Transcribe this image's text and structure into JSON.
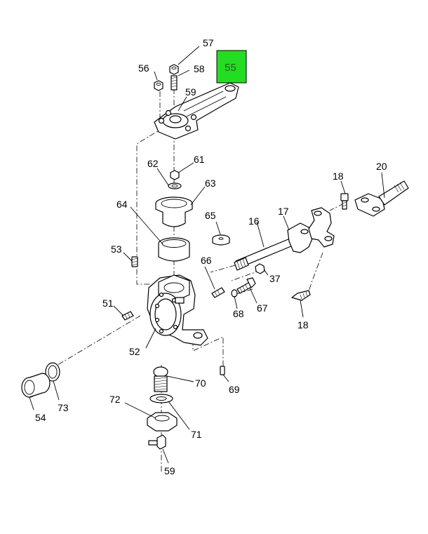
{
  "diagram": {
    "highlight_color": "#22dd22",
    "highlighted_part": "55",
    "callouts": {
      "c55": "55",
      "c56": "56",
      "c57": "57",
      "c58": "58",
      "c59a": "59",
      "c61": "61",
      "c62": "62",
      "c63": "63",
      "c64": "64",
      "c65": "65",
      "c16": "16",
      "c17": "17",
      "c18a": "18",
      "c20": "20",
      "c53": "53",
      "c66": "66",
      "c37": "37",
      "c51": "51",
      "c68": "68",
      "c67": "67",
      "c18b": "18",
      "c52": "52",
      "c70": "70",
      "c69": "69",
      "c72": "72",
      "c54": "54",
      "c73": "73",
      "c71": "71",
      "c59b": "59"
    }
  }
}
